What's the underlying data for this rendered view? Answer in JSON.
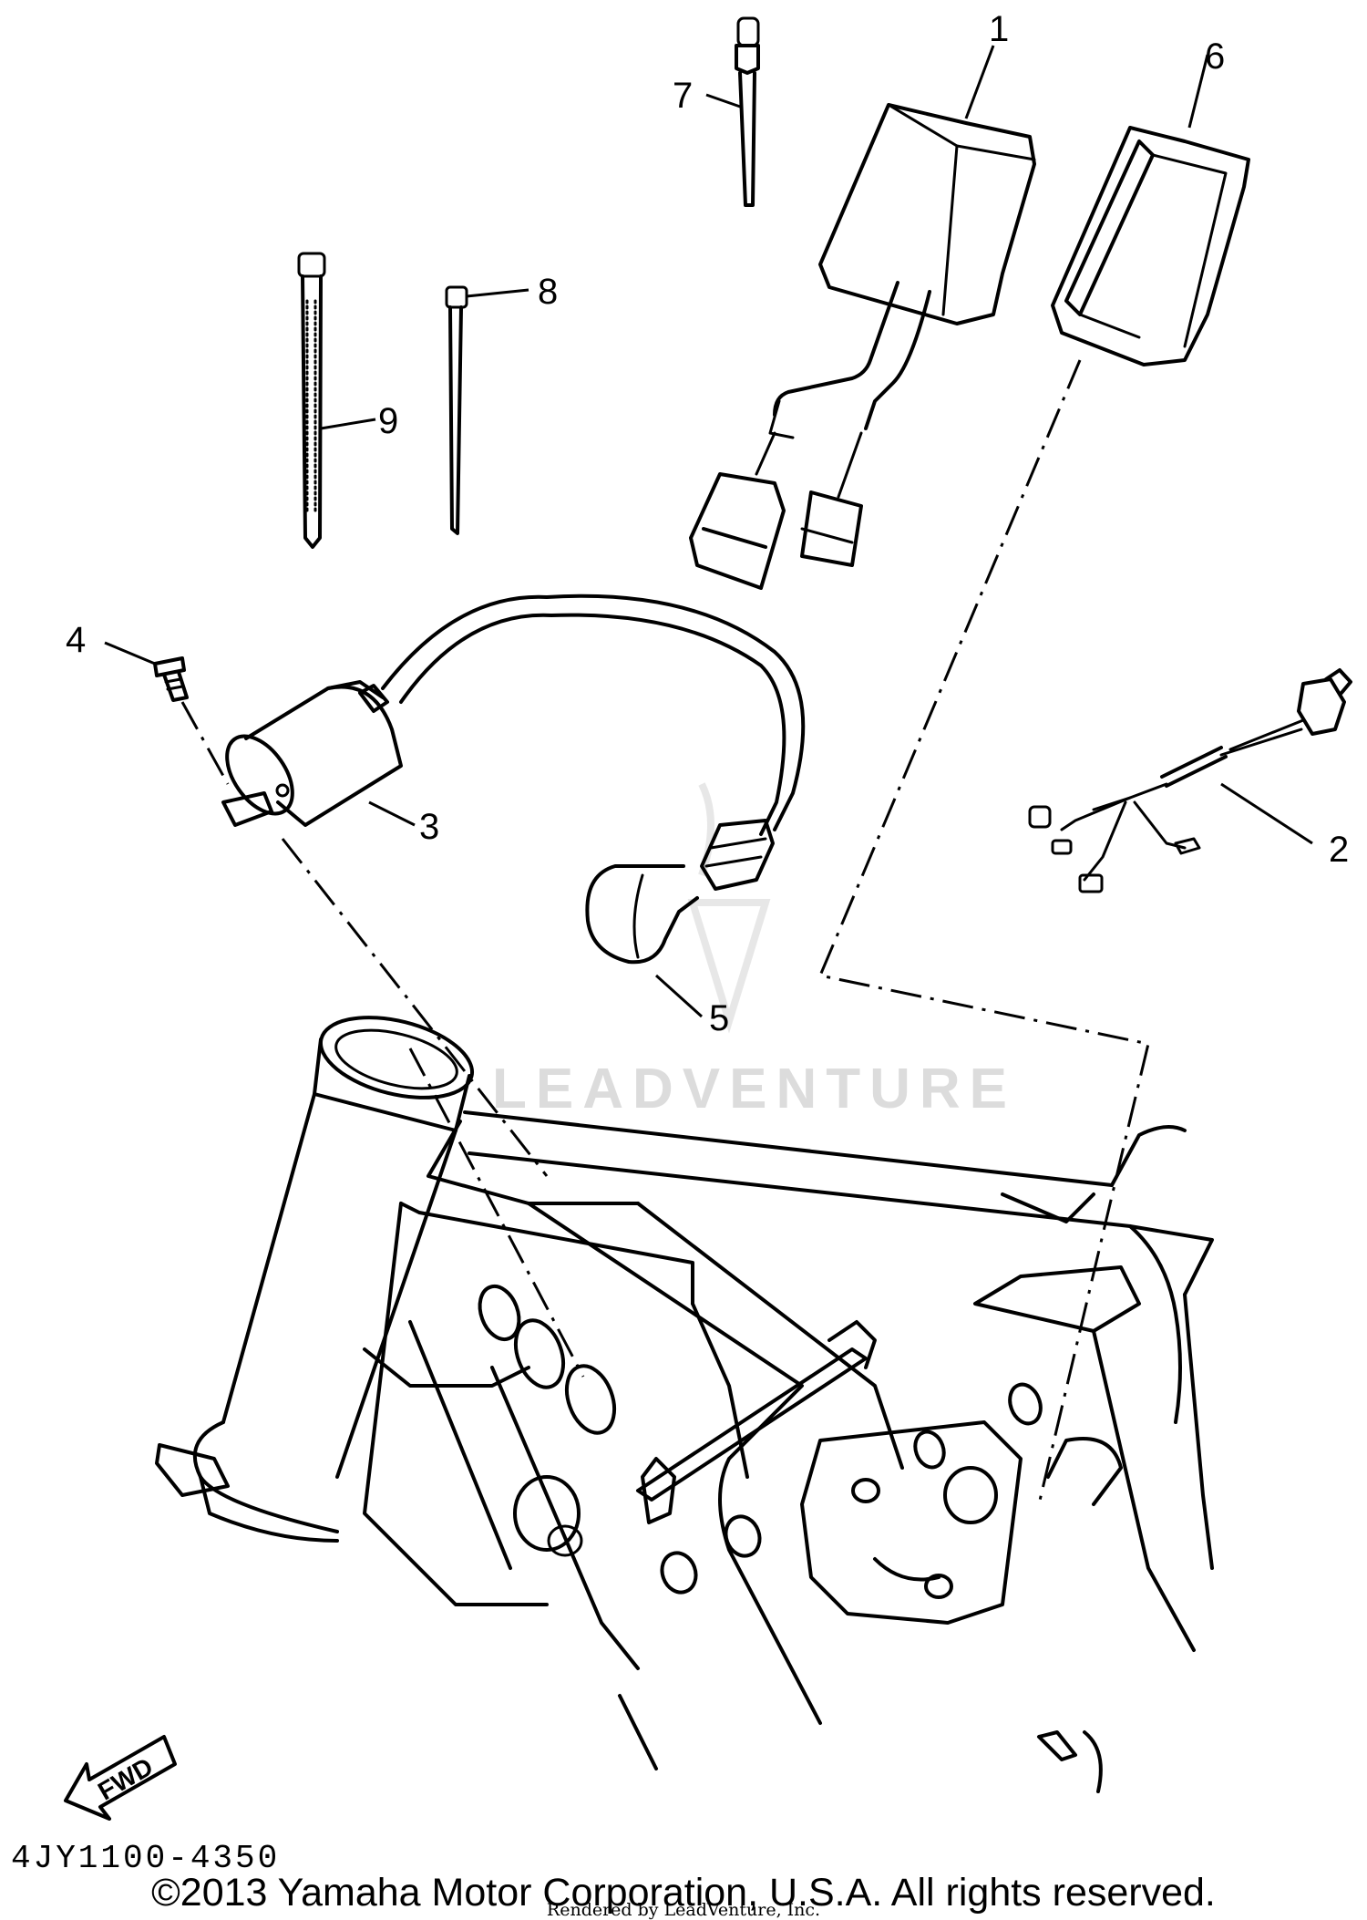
{
  "diagram": {
    "watermark_text": "LEADVENTURE",
    "fwd_label": "FWD",
    "callouts": [
      "1",
      "2",
      "3",
      "4",
      "5",
      "6",
      "7",
      "8",
      "9"
    ]
  },
  "footer": {
    "part_code": "4JY1100-4350",
    "copyright": "©2013 Yamaha Motor Corporation, U.S.A. All rights reserved.",
    "rendered_by": "Rendered by LeadVenture, Inc."
  }
}
